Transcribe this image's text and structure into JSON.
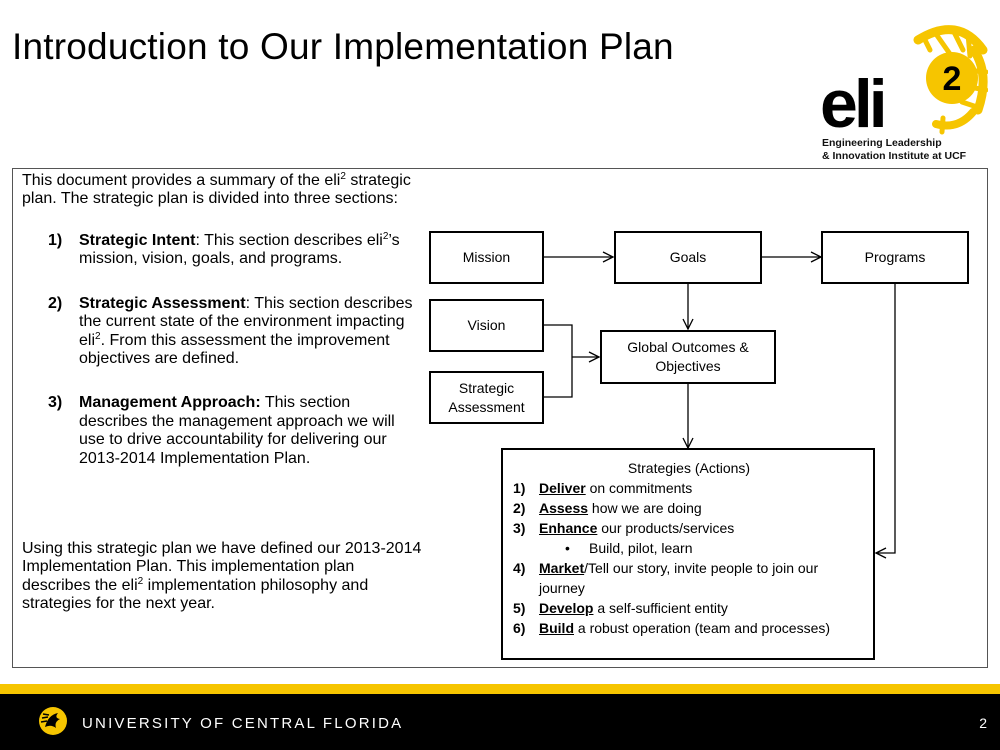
{
  "title": "Introduction to Our Implementation Plan",
  "logo": {
    "wordmark": "eli",
    "superscript": "2",
    "line1": "Engineering Leadership",
    "line2": "& Innovation Institute at UCF",
    "colors": {
      "gold": "#f6c500",
      "black": "#000000"
    }
  },
  "intro": {
    "before_sup": "This document provides a summary of the eli",
    "sup": "2",
    "after_sup": " strategic plan.  The strategic plan is divided into three sections:"
  },
  "sections": [
    {
      "num": "1)",
      "name": "Strategic Intent",
      "sep": ":",
      "text_pre": " This section describes eli",
      "sup": "2",
      "text_post": "’s mission, vision, goals, and programs."
    },
    {
      "num": "2)",
      "name": "Strategic Assessment",
      "sep": ":",
      "text_pre": " This section describes the current state of the environment impacting eli",
      "sup": "2",
      "text_post": ".  From this assessment the improvement objectives are defined."
    },
    {
      "num": "3)",
      "name": "Management Approach:",
      "sep": "",
      "text_pre": " This section describes the management approach we will use to drive accountability for delivering our 2013-2014 Implementation Plan.",
      "sup": "",
      "text_post": ""
    }
  ],
  "outro": {
    "before_sup": "Using this strategic plan we have defined our 2013-2014 Implementation Plan.  This implementation plan describes the eli",
    "sup": "2",
    "after_sup": " implementation philosophy and strategies for the next year."
  },
  "diagram": {
    "mission": "Mission",
    "goals": "Goals",
    "programs": "Programs",
    "vision": "Vision",
    "strategic_assessment": "Strategic Assessment",
    "global_outcomes": "Global Outcomes & Objectives",
    "strategies": {
      "title": "Strategies (Actions)",
      "items": [
        {
          "num": "1)",
          "keyword": "Deliver",
          "rest": " on commitments"
        },
        {
          "num": "2)",
          "keyword": "Assess",
          "rest": " how we are doing"
        },
        {
          "num": "3)",
          "keyword": "Enhance",
          "rest": " our products/services"
        },
        {
          "num": "4)",
          "keyword": "Market",
          "rest": "/Tell our story, invite people to join our journey"
        },
        {
          "num": "5)",
          "keyword": "Develop",
          "rest": " a self-sufficient entity"
        },
        {
          "num": "6)",
          "keyword": "Build",
          "rest": " a robust operation (team and processes)"
        }
      ],
      "bullet": "•",
      "sub_item": "Build, pilot, learn"
    }
  },
  "footer": {
    "university": "UNIVERSITY OF CENTRAL FLORIDA",
    "page_number": "2",
    "colors": {
      "bar": "#000000",
      "stripe": "#f6c500"
    }
  }
}
